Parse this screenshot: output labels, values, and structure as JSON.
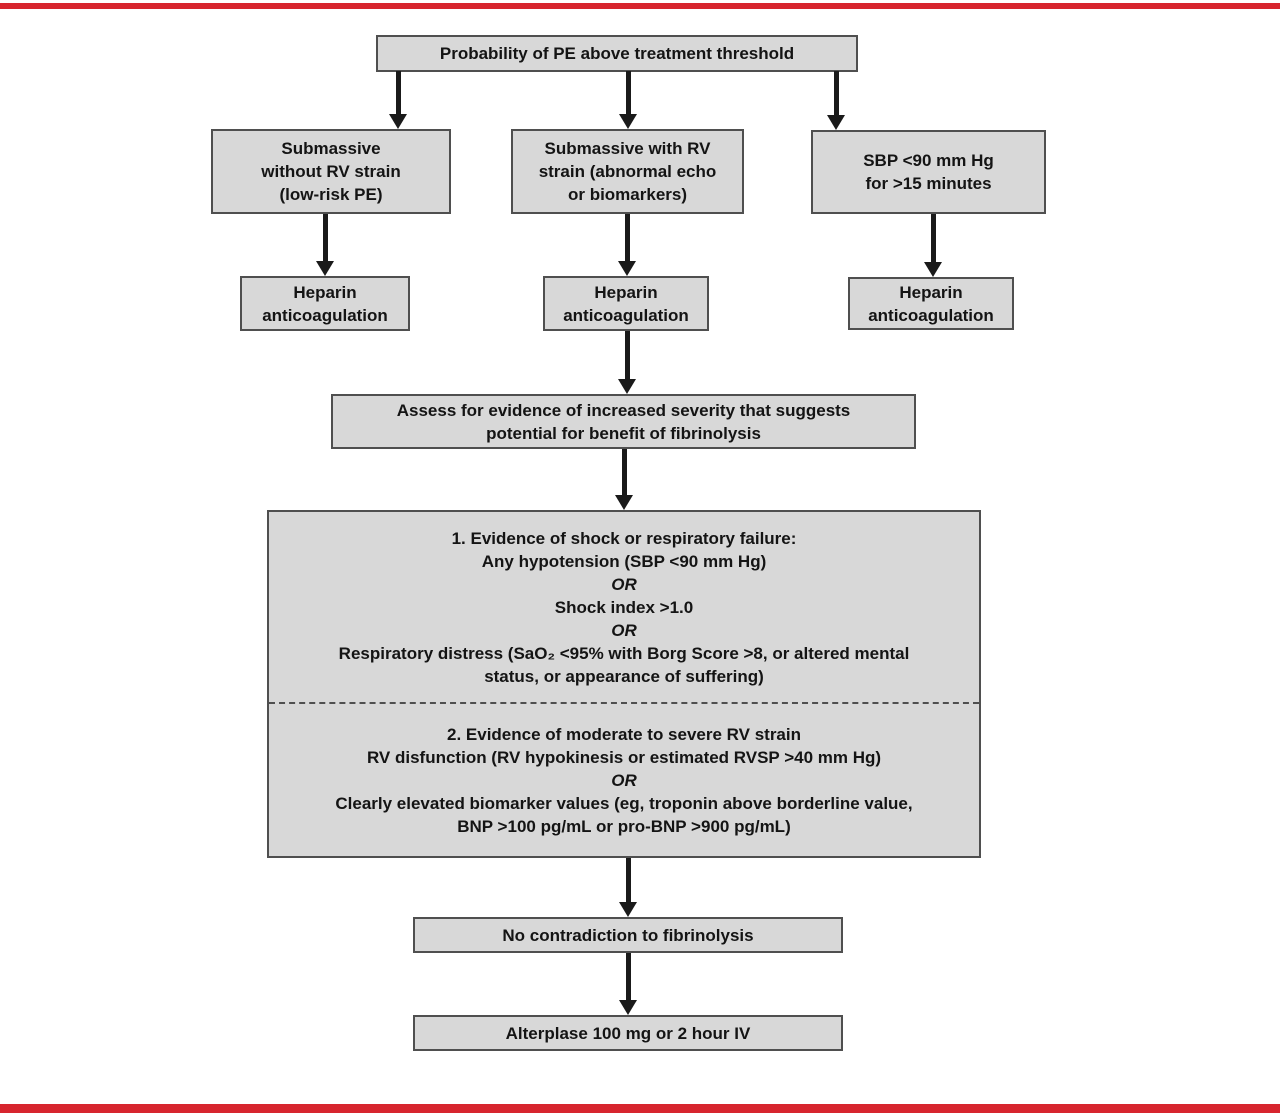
{
  "page": {
    "accent_red": "#d7252e",
    "box_fill": "#d8d8d8",
    "box_border": "#4f4f4f"
  },
  "nodes": {
    "start": {
      "label": "Probability of PE above treatment threshold"
    },
    "submassive_without": {
      "lines": [
        "Submassive",
        "without RV strain",
        "(low-risk PE)"
      ]
    },
    "submassive_with": {
      "lines": [
        "Submassive with RV",
        "strain (abnormal echo",
        "or biomarkers)"
      ]
    },
    "sbp": {
      "lines": [
        "SBP <90 mm Hg",
        "for >15 minutes"
      ]
    },
    "heparin_left": {
      "lines": [
        "Heparin",
        "anticoagulation"
      ]
    },
    "heparin_mid": {
      "lines": [
        "Heparin",
        "anticoagulation"
      ]
    },
    "heparin_right": {
      "lines": [
        "Heparin",
        "anticoagulation"
      ]
    },
    "assess": {
      "lines": [
        "Assess for evidence of increased severity that suggests",
        "potential for benefit of fibrinolysis"
      ]
    },
    "criteria": {
      "section1": {
        "lines": [
          "1. Evidence of shock or respiratory failure:",
          "Any hypotension (SBP <90 mm Hg)",
          "OR",
          "Shock index >1.0",
          "OR",
          "Respiratory distress (SaO₂ <95% with Borg Score >8, or altered mental",
          "status, or appearance of suffering)"
        ]
      },
      "section2": {
        "lines": [
          "2. Evidence of moderate to severe RV strain",
          "RV disfunction (RV hypokinesis or estimated RVSP >40 mm Hg)",
          "OR",
          "Clearly elevated biomarker values (eg, troponin above borderline value,",
          "BNP >100 pg/mL or pro-BNP >900 pg/mL)"
        ]
      }
    },
    "no_contradiction": {
      "label": "No contradiction to fibrinolysis"
    },
    "alteplase": {
      "label": "Alterplase 100 mg or 2 hour IV"
    }
  }
}
